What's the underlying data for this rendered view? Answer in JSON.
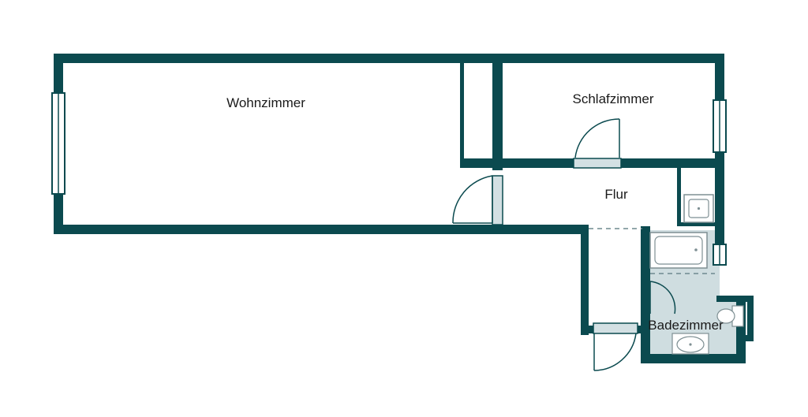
{
  "plan": {
    "rooms": [
      {
        "id": "wohnzimmer",
        "label": "Wohnzimmer"
      },
      {
        "id": "schlafzimmer",
        "label": "Schlafzimmer"
      },
      {
        "id": "flur",
        "label": "Flur"
      },
      {
        "id": "badezimmer",
        "label": "Badezimmer"
      }
    ],
    "colors": {
      "wall": "#0b4a4f",
      "window_frame": "#0b4a4f",
      "door_leaf": "#0b4a4f",
      "bath_floor": "#cfdde0",
      "fixture_fill": "#ffffff",
      "fixture_stroke": "#7e8f93",
      "opening_fill": "#d3e0e3"
    }
  }
}
